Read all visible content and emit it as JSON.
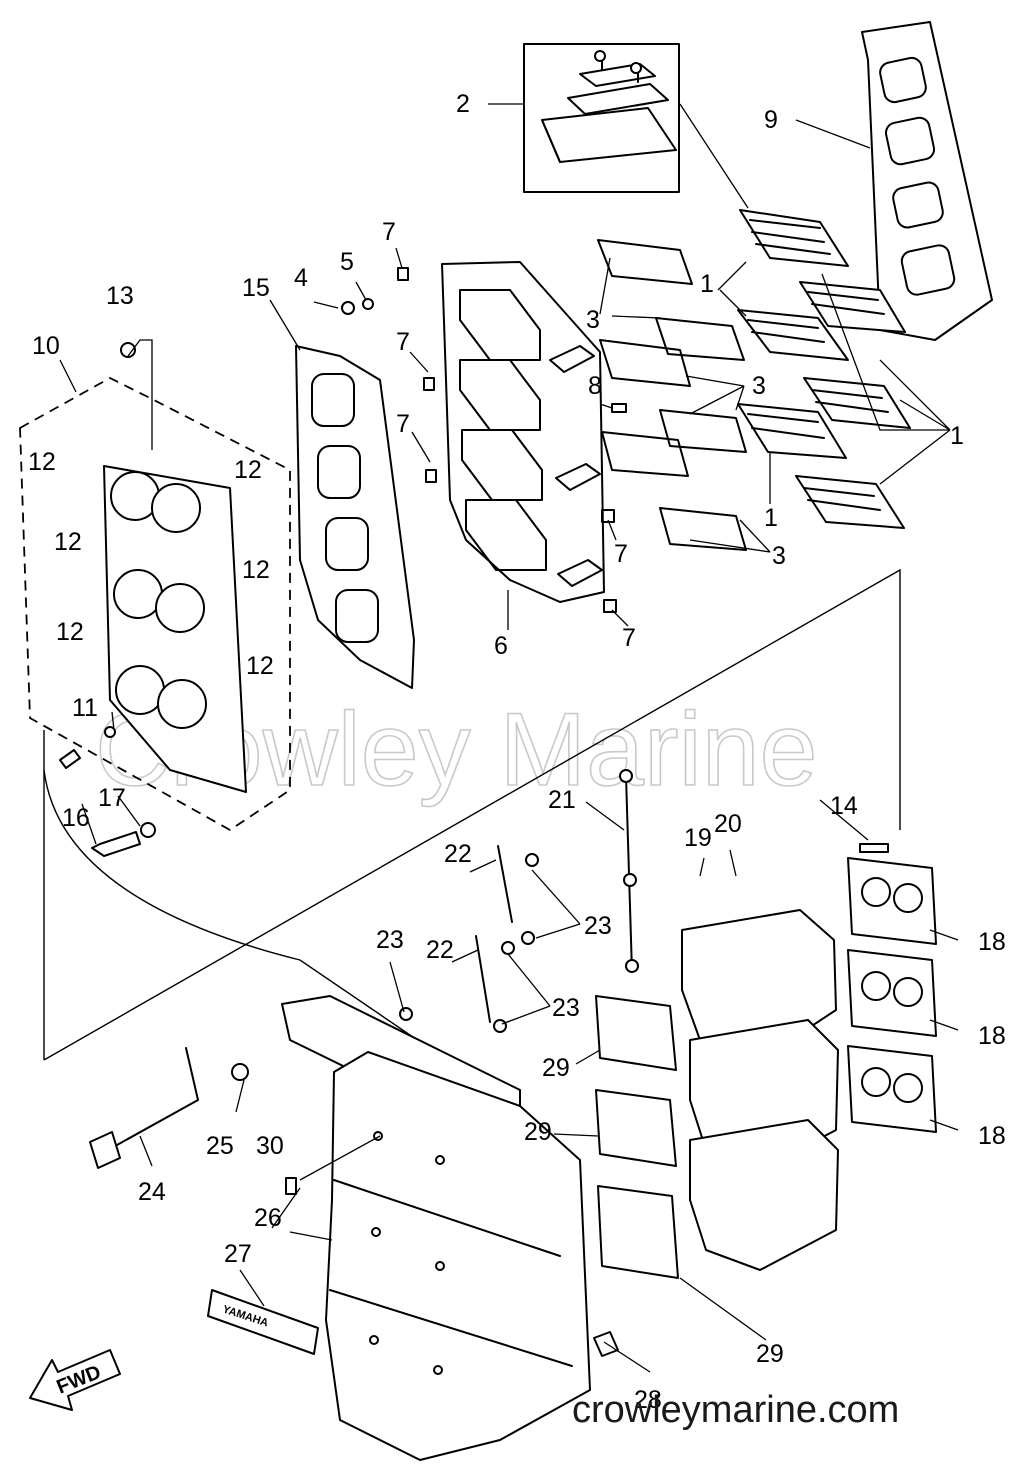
{
  "watermark": "Crowley Marine",
  "site": "crowleymarine.com",
  "fwd_label": "FWD",
  "decal_text": "YAMAHA",
  "callouts": {
    "c1a": "1",
    "c1b": "1",
    "c1c": "1",
    "c2": "2",
    "c3a": "3",
    "c3b": "3",
    "c3c": "3",
    "c4": "4",
    "c5": "5",
    "c6": "6",
    "c7a": "7",
    "c7b": "7",
    "c7c": "7",
    "c7d": "7",
    "c7e": "7",
    "c8": "8",
    "c9": "9",
    "c10": "10",
    "c11": "11",
    "c12a": "12",
    "c12b": "12",
    "c12c": "12",
    "c12d": "12",
    "c12e": "12",
    "c12f": "12",
    "c13": "13",
    "c14": "14",
    "c15": "15",
    "c16": "16",
    "c17": "17",
    "c18a": "18",
    "c18b": "18",
    "c18c": "18",
    "c19": "19",
    "c20": "20",
    "c21": "21",
    "c22a": "22",
    "c22b": "22",
    "c23a": "23",
    "c23b": "23",
    "c23c": "23",
    "c24": "24",
    "c25": "25",
    "c26": "26",
    "c27": "27",
    "c28": "28",
    "c29a": "29",
    "c29b": "29",
    "c29c": "29",
    "c30": "30"
  }
}
